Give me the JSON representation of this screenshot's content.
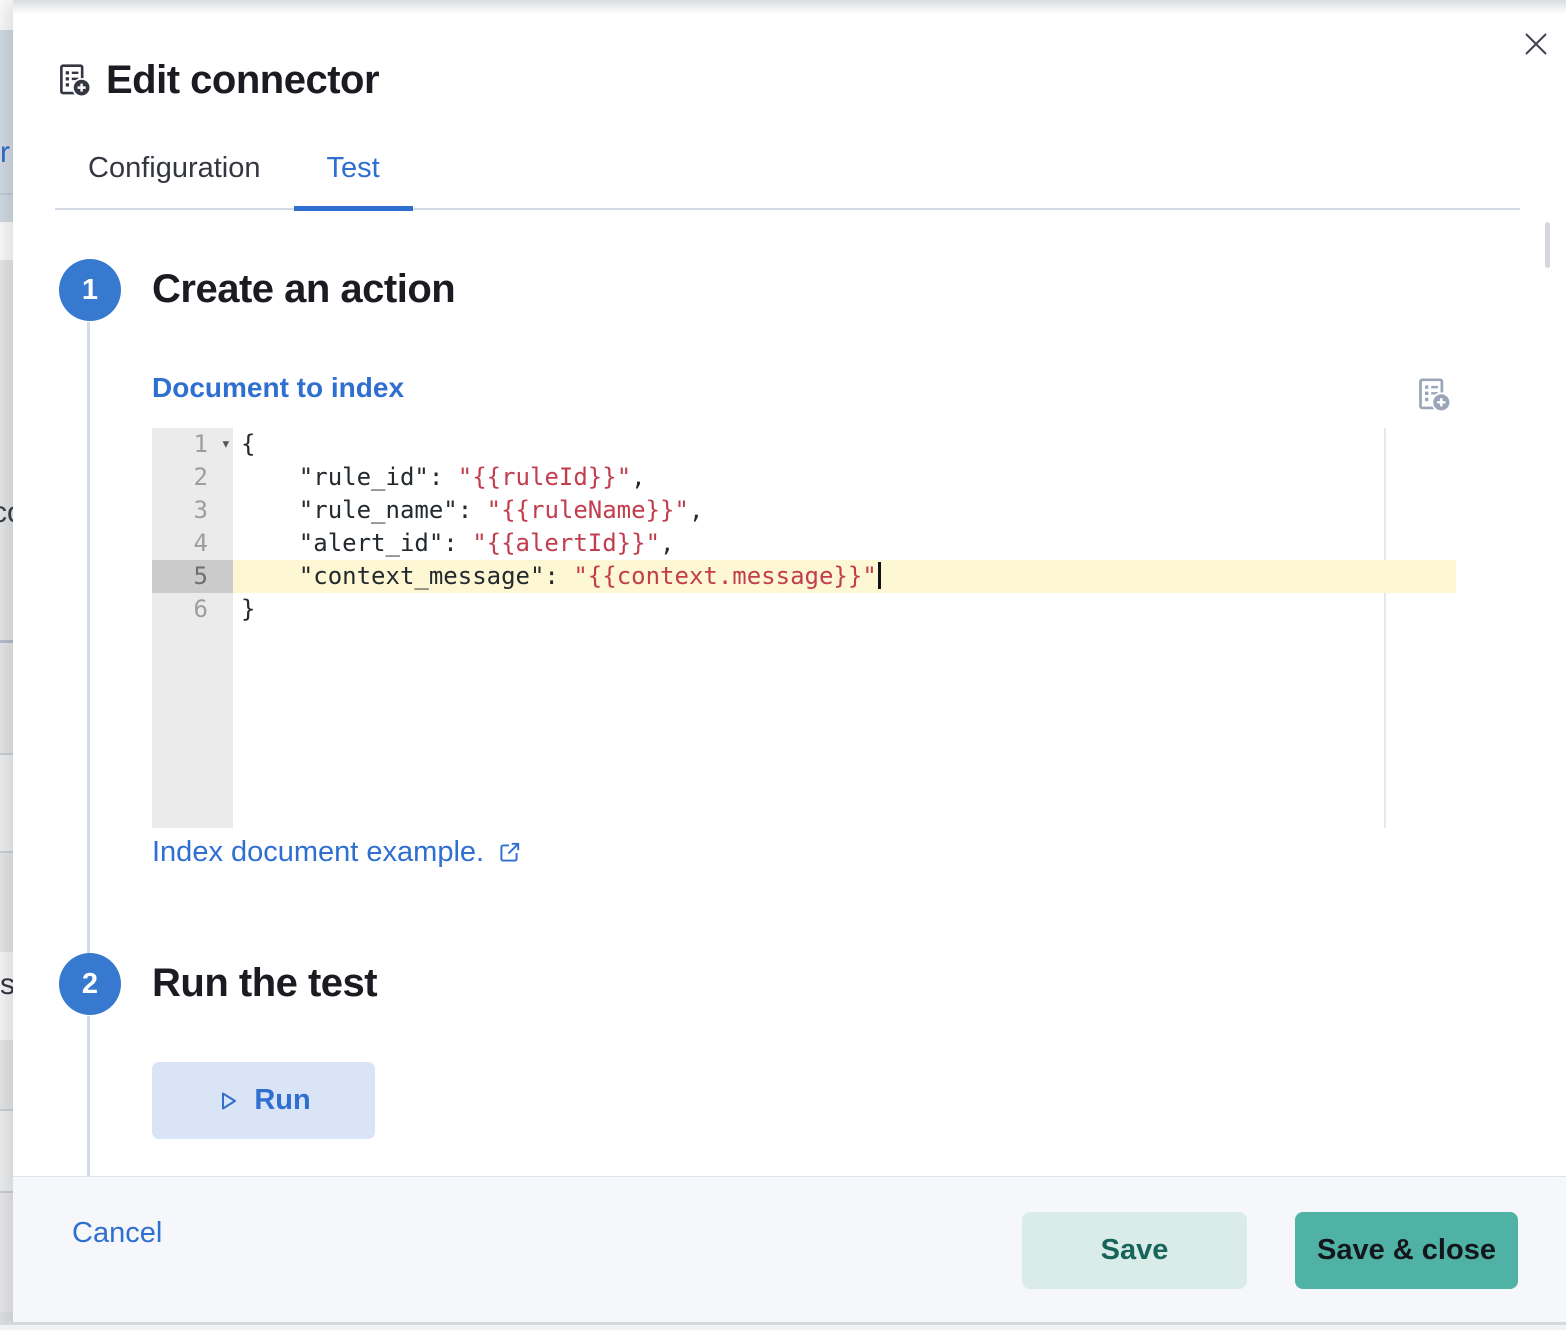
{
  "flyout": {
    "title": "Edit connector",
    "tabs": [
      {
        "label": "Configuration",
        "active": false
      },
      {
        "label": "Test",
        "active": true
      }
    ]
  },
  "steps": [
    {
      "number": "1",
      "title": "Create an action"
    },
    {
      "number": "2",
      "title": "Run the test"
    }
  ],
  "editor": {
    "label": "Document to index",
    "example_link": "Index document example.",
    "lines": [
      {
        "num": "1",
        "fold": true,
        "active": false,
        "segments": [
          {
            "c": "plain",
            "t": "{"
          }
        ]
      },
      {
        "num": "2",
        "active": false,
        "segments": [
          {
            "c": "plain",
            "t": "    \"rule_id\": "
          },
          {
            "c": "string",
            "t": "\"{{ruleId}}\""
          },
          {
            "c": "plain",
            "t": ","
          }
        ]
      },
      {
        "num": "3",
        "active": false,
        "segments": [
          {
            "c": "plain",
            "t": "    \"rule_name\": "
          },
          {
            "c": "string",
            "t": "\"{{ruleName}}\""
          },
          {
            "c": "plain",
            "t": ","
          }
        ]
      },
      {
        "num": "4",
        "active": false,
        "segments": [
          {
            "c": "plain",
            "t": "    \"alert_id\": "
          },
          {
            "c": "string",
            "t": "\"{{alertId}}\""
          },
          {
            "c": "plain",
            "t": ","
          }
        ]
      },
      {
        "num": "5",
        "active": true,
        "cursor": true,
        "segments": [
          {
            "c": "plain",
            "t": "    \"context_message\": "
          },
          {
            "c": "string",
            "t": "\"{{context.message}}\""
          }
        ]
      },
      {
        "num": "6",
        "active": false,
        "segments": [
          {
            "c": "plain",
            "t": "}"
          }
        ]
      }
    ]
  },
  "run": {
    "label": "Run"
  },
  "footer": {
    "cancel": "Cancel",
    "save": "Save",
    "save_close": "Save & close"
  },
  "background_fragments": {
    "top": "r",
    "middle": "co",
    "lower": "s"
  },
  "colors": {
    "accent_blue": "#2f6fd0",
    "step_circle_blue": "#3679cf",
    "code_string_red": "#c23d4e",
    "active_line_yellow": "#fdf8d3",
    "gutter_gray": "#ebebeb",
    "save_teal": "#4fb2a4",
    "save_light_teal": "#daece8",
    "footer_bg": "#f5f7fa",
    "divider": "#d3dae6"
  }
}
